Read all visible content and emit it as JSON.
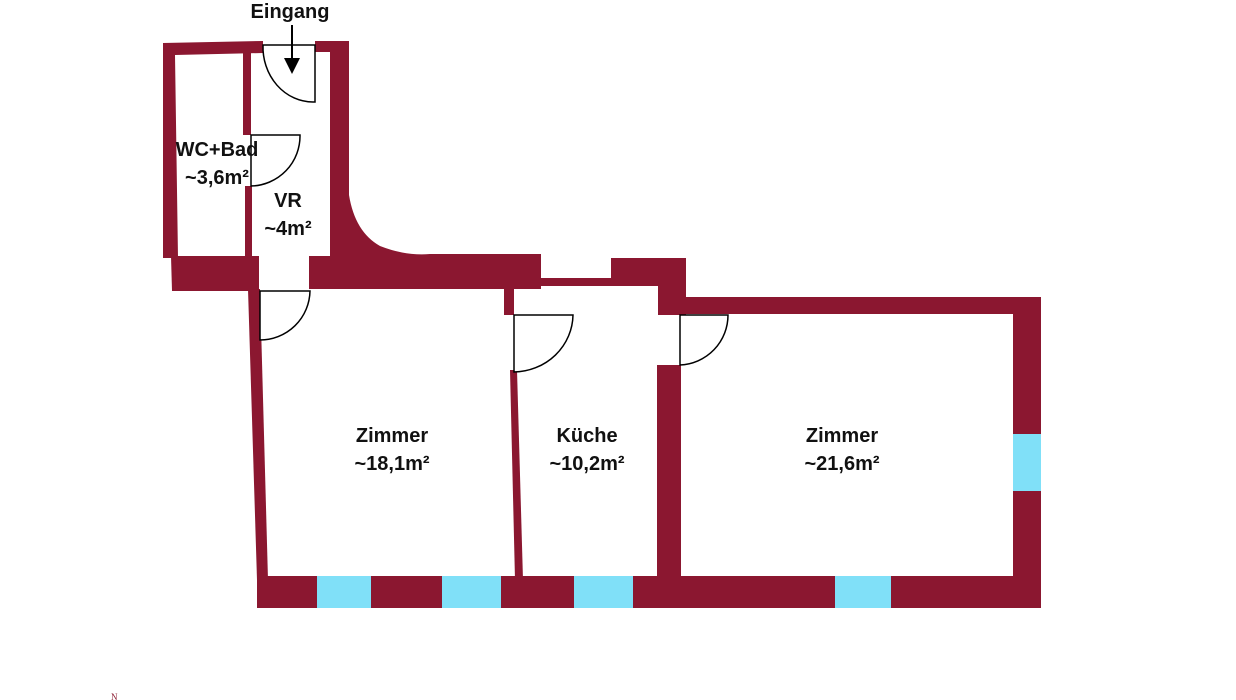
{
  "colors": {
    "wall": "#8b1730",
    "window": "#80e0f8",
    "door_line": "#000000",
    "text": "#111111"
  },
  "entrance": {
    "label": "Eingang",
    "icon": "arrow-down-icon"
  },
  "rooms": [
    {
      "id": "wc-bad",
      "name": "WC+Bad",
      "area": "~3,6m²"
    },
    {
      "id": "vr",
      "name": "VR",
      "area": "~4m²"
    },
    {
      "id": "zimmer-1",
      "name": "Zimmer",
      "area": "~18,1m²"
    },
    {
      "id": "kueche",
      "name": "Küche",
      "area": "~10,2m²"
    },
    {
      "id": "zimmer-2",
      "name": "Zimmer",
      "area": "~21,6m²"
    }
  ],
  "compass": {
    "label": "N"
  }
}
